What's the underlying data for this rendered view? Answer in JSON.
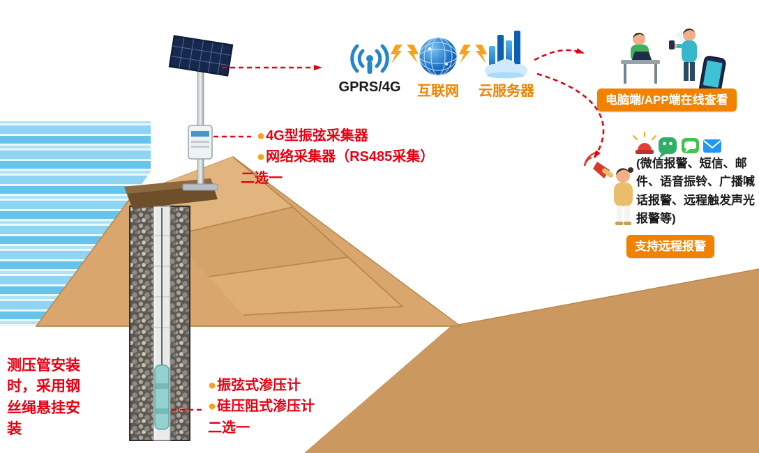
{
  "flow": {
    "gprs": "GPRS/4G",
    "internet": "互联网",
    "cloud": "云服务器"
  },
  "badges": {
    "view": "电脑端/APP端在线查看",
    "alarm": "支持远程报警"
  },
  "collector_note": {
    "bullet": "●",
    "option1": "4G型振弦采集器",
    "option2": "网络采集器（RS485采集）",
    "choose": "二选一"
  },
  "sensor_note": {
    "bullet": "●",
    "option1": "振弦式渗压计",
    "option2": "硅压阻式渗压计",
    "choose": "二选一"
  },
  "install_note": "测压管安装时，采用钢丝绳悬挂安装",
  "alarm_methods": "(微信报警、短信、邮件、语音振铃、广播喊话报警、远程触发声光报警等)",
  "icons": {
    "gprs": "wifi-antenna-icon",
    "internet": "globe-icon",
    "cloud": "cloud-server-bars-icon",
    "lightning": "lightning-bolt-icon",
    "alarm_light": "alarm-light-icon",
    "wechat": "wechat-icon",
    "sms": "message-icon",
    "mail": "mail-icon"
  },
  "colors": {
    "accent_orange": "#f08200",
    "annotation_red": "#e60012",
    "bullet_orange": "#f6a21c",
    "icon_blue": "#2485c7",
    "dam_tan": "#d9a76d",
    "ground_tan": "#cb9960",
    "water_blue": "#8ed5f3",
    "wechat_green": "#2fae67",
    "mail_blue": "#2196f3",
    "alarm_red": "#e53e36"
  }
}
